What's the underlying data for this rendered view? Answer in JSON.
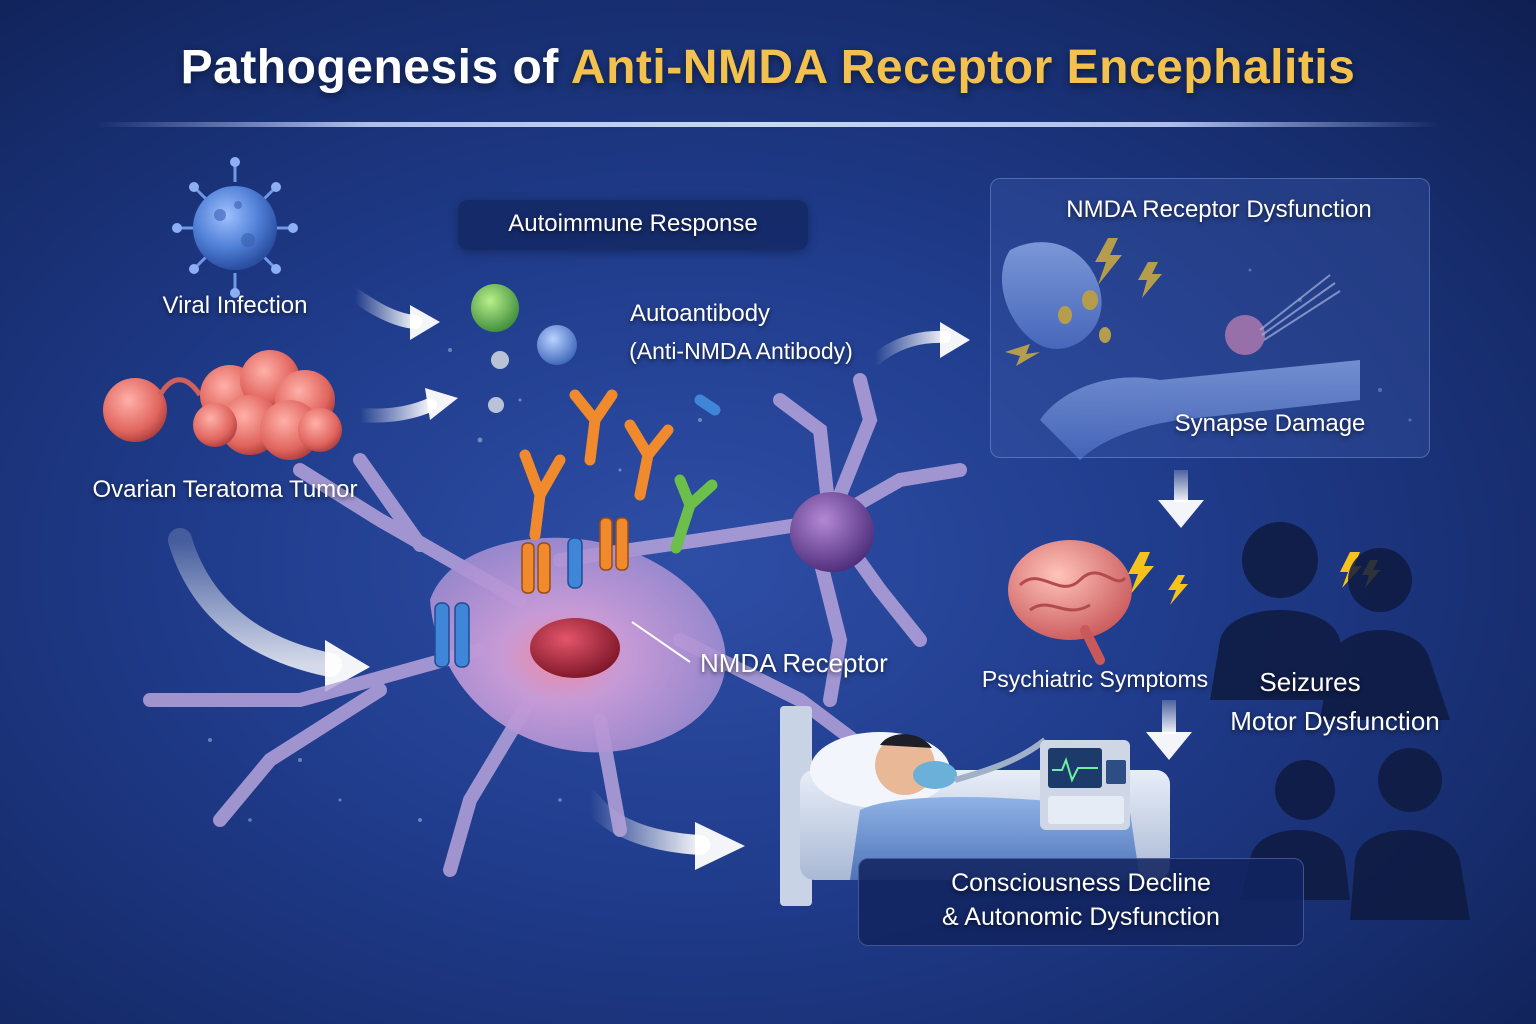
{
  "title": {
    "prefix": "Pathogenesis of",
    "highlight": "Anti-NMDA Receptor Encephalitis"
  },
  "triggers": {
    "viral": "Viral Infection",
    "tumor": "Ovarian Teratoma Tumor"
  },
  "immune": {
    "header": "Autoimmune Response",
    "autoantibody": "Autoantibody",
    "autoantibody_detail": "(Anti-NMDA Antibody)"
  },
  "neuron": {
    "receptor_label": "NMDA Receptor"
  },
  "dysfunction": {
    "title": "NMDA Receptor Dysfunction",
    "synapse": "Synapse Damage"
  },
  "symptoms": {
    "psychiatric": "Psychiatric Symptoms",
    "seizures": "Seizures",
    "motor": "Motor Dysfunction",
    "consciousness_line1": "Consciousness Decline",
    "consciousness_line2": "& Autonomic Dysfunction"
  },
  "colors": {
    "background": "#203c8c",
    "accent_title": "#f2c14e",
    "antibody_orange": "#f08a2c",
    "antibody_green": "#6cbf4a",
    "receptor_blue": "#3f86d8",
    "neuron_purple": "#b59ad8",
    "nucleus_red": "#a3233a",
    "brain_pink": "#e98a88",
    "lightning": "#f6c21c"
  },
  "icons": {
    "virus": "virus-icon",
    "tumor": "tumor-icon",
    "lightning": "lightning-icon",
    "arrow": "flow-arrow"
  }
}
